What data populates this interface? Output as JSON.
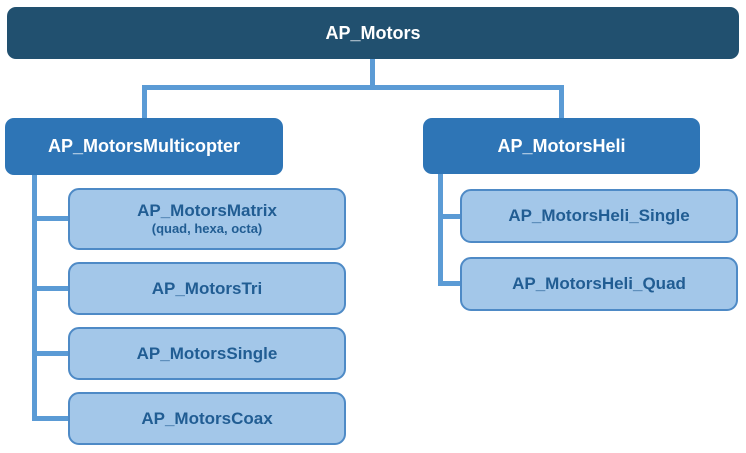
{
  "root": {
    "label": "AP_Motors"
  },
  "branches": [
    {
      "label": "AP_MotorsMulticopter",
      "children": [
        {
          "label": "AP_MotorsMatrix",
          "sublabel": "(quad, hexa, octa)"
        },
        {
          "label": "AP_MotorsTri"
        },
        {
          "label": "AP_MotorsSingle"
        },
        {
          "label": "AP_MotorsCoax"
        }
      ]
    },
    {
      "label": "AP_MotorsHeli",
      "children": [
        {
          "label": "AP_MotorsHeli_Single"
        },
        {
          "label": "AP_MotorsHeli_Quad"
        }
      ]
    }
  ],
  "colors": {
    "root_fill": "#21506F",
    "branch_fill": "#2E75B6",
    "leaf_fill": "#A3C7E9",
    "leaf_border": "#4E8AC6",
    "leaf_text": "#215D93",
    "node_text": "#FFFFFF",
    "connector": "#5B9BD5",
    "background": "#FFFFFF"
  }
}
